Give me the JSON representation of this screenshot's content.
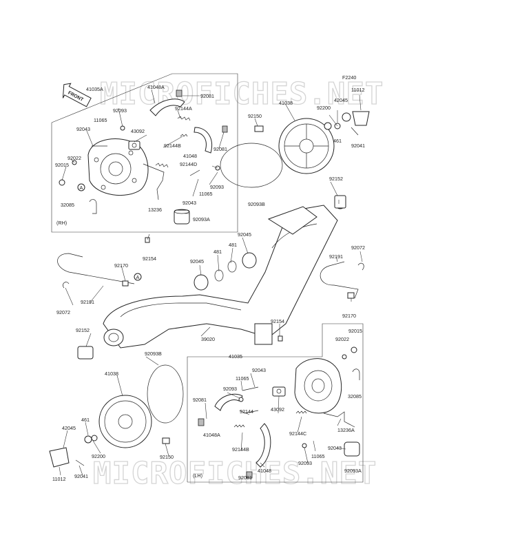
{
  "figure_code": "F2240",
  "watermarks": [
    "MICROFICHES.NET",
    "MICROFICHES.NET"
  ],
  "front_label": "FRONT",
  "side_labels": {
    "right": "(RH)",
    "left": "(LH)"
  },
  "callout_letter": "A",
  "part_labels": [
    "41035A",
    "41048A",
    "92081",
    "92144A",
    "92093",
    "11065",
    "43092",
    "92043",
    "92144B",
    "92081",
    "92022",
    "92015",
    "41048",
    "92144D",
    "92093",
    "11065",
    "92043",
    "32085",
    "13236",
    "92093A",
    "92154",
    "41038",
    "92150",
    "92200",
    "42045",
    "461",
    "11012",
    "92041",
    "92093B",
    "92152",
    "92045",
    "481",
    "92045",
    "481",
    "92072",
    "92170",
    "92191",
    "92072",
    "92191",
    "92170",
    "92152",
    "39020",
    "92154",
    "92022",
    "92015",
    "41035",
    "92043",
    "11065",
    "92093",
    "92081",
    "32085",
    "43092",
    "92144",
    "41048A",
    "92144C",
    "13236A",
    "92144B",
    "92093",
    "11065",
    "92043",
    "41048",
    "92081",
    "92093A",
    "41038",
    "92093B",
    "461",
    "42045",
    "92200",
    "92150",
    "11012",
    "92041"
  ]
}
